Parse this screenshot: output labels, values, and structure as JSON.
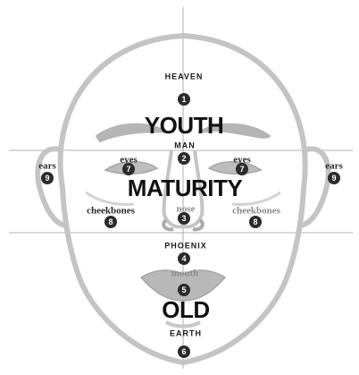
{
  "zones": {
    "heaven": "HEAVEN",
    "man": "MAN",
    "phoenix": "PHOENIX",
    "earth": "EARTH"
  },
  "stages": {
    "youth": "YOUTH",
    "maturity": "MATURITY",
    "old": "OLD"
  },
  "features": {
    "eyes": "eyes",
    "ears": "ears",
    "cheekbones": "cheekbones",
    "nose": "nose",
    "mouth": "mouth"
  },
  "numbers": {
    "heaven": "1",
    "man": "2",
    "nose": "3",
    "phoenix": "4",
    "mouth": "5",
    "earth": "6",
    "eyes": "7",
    "cheekbones": "8",
    "ears": "9"
  }
}
